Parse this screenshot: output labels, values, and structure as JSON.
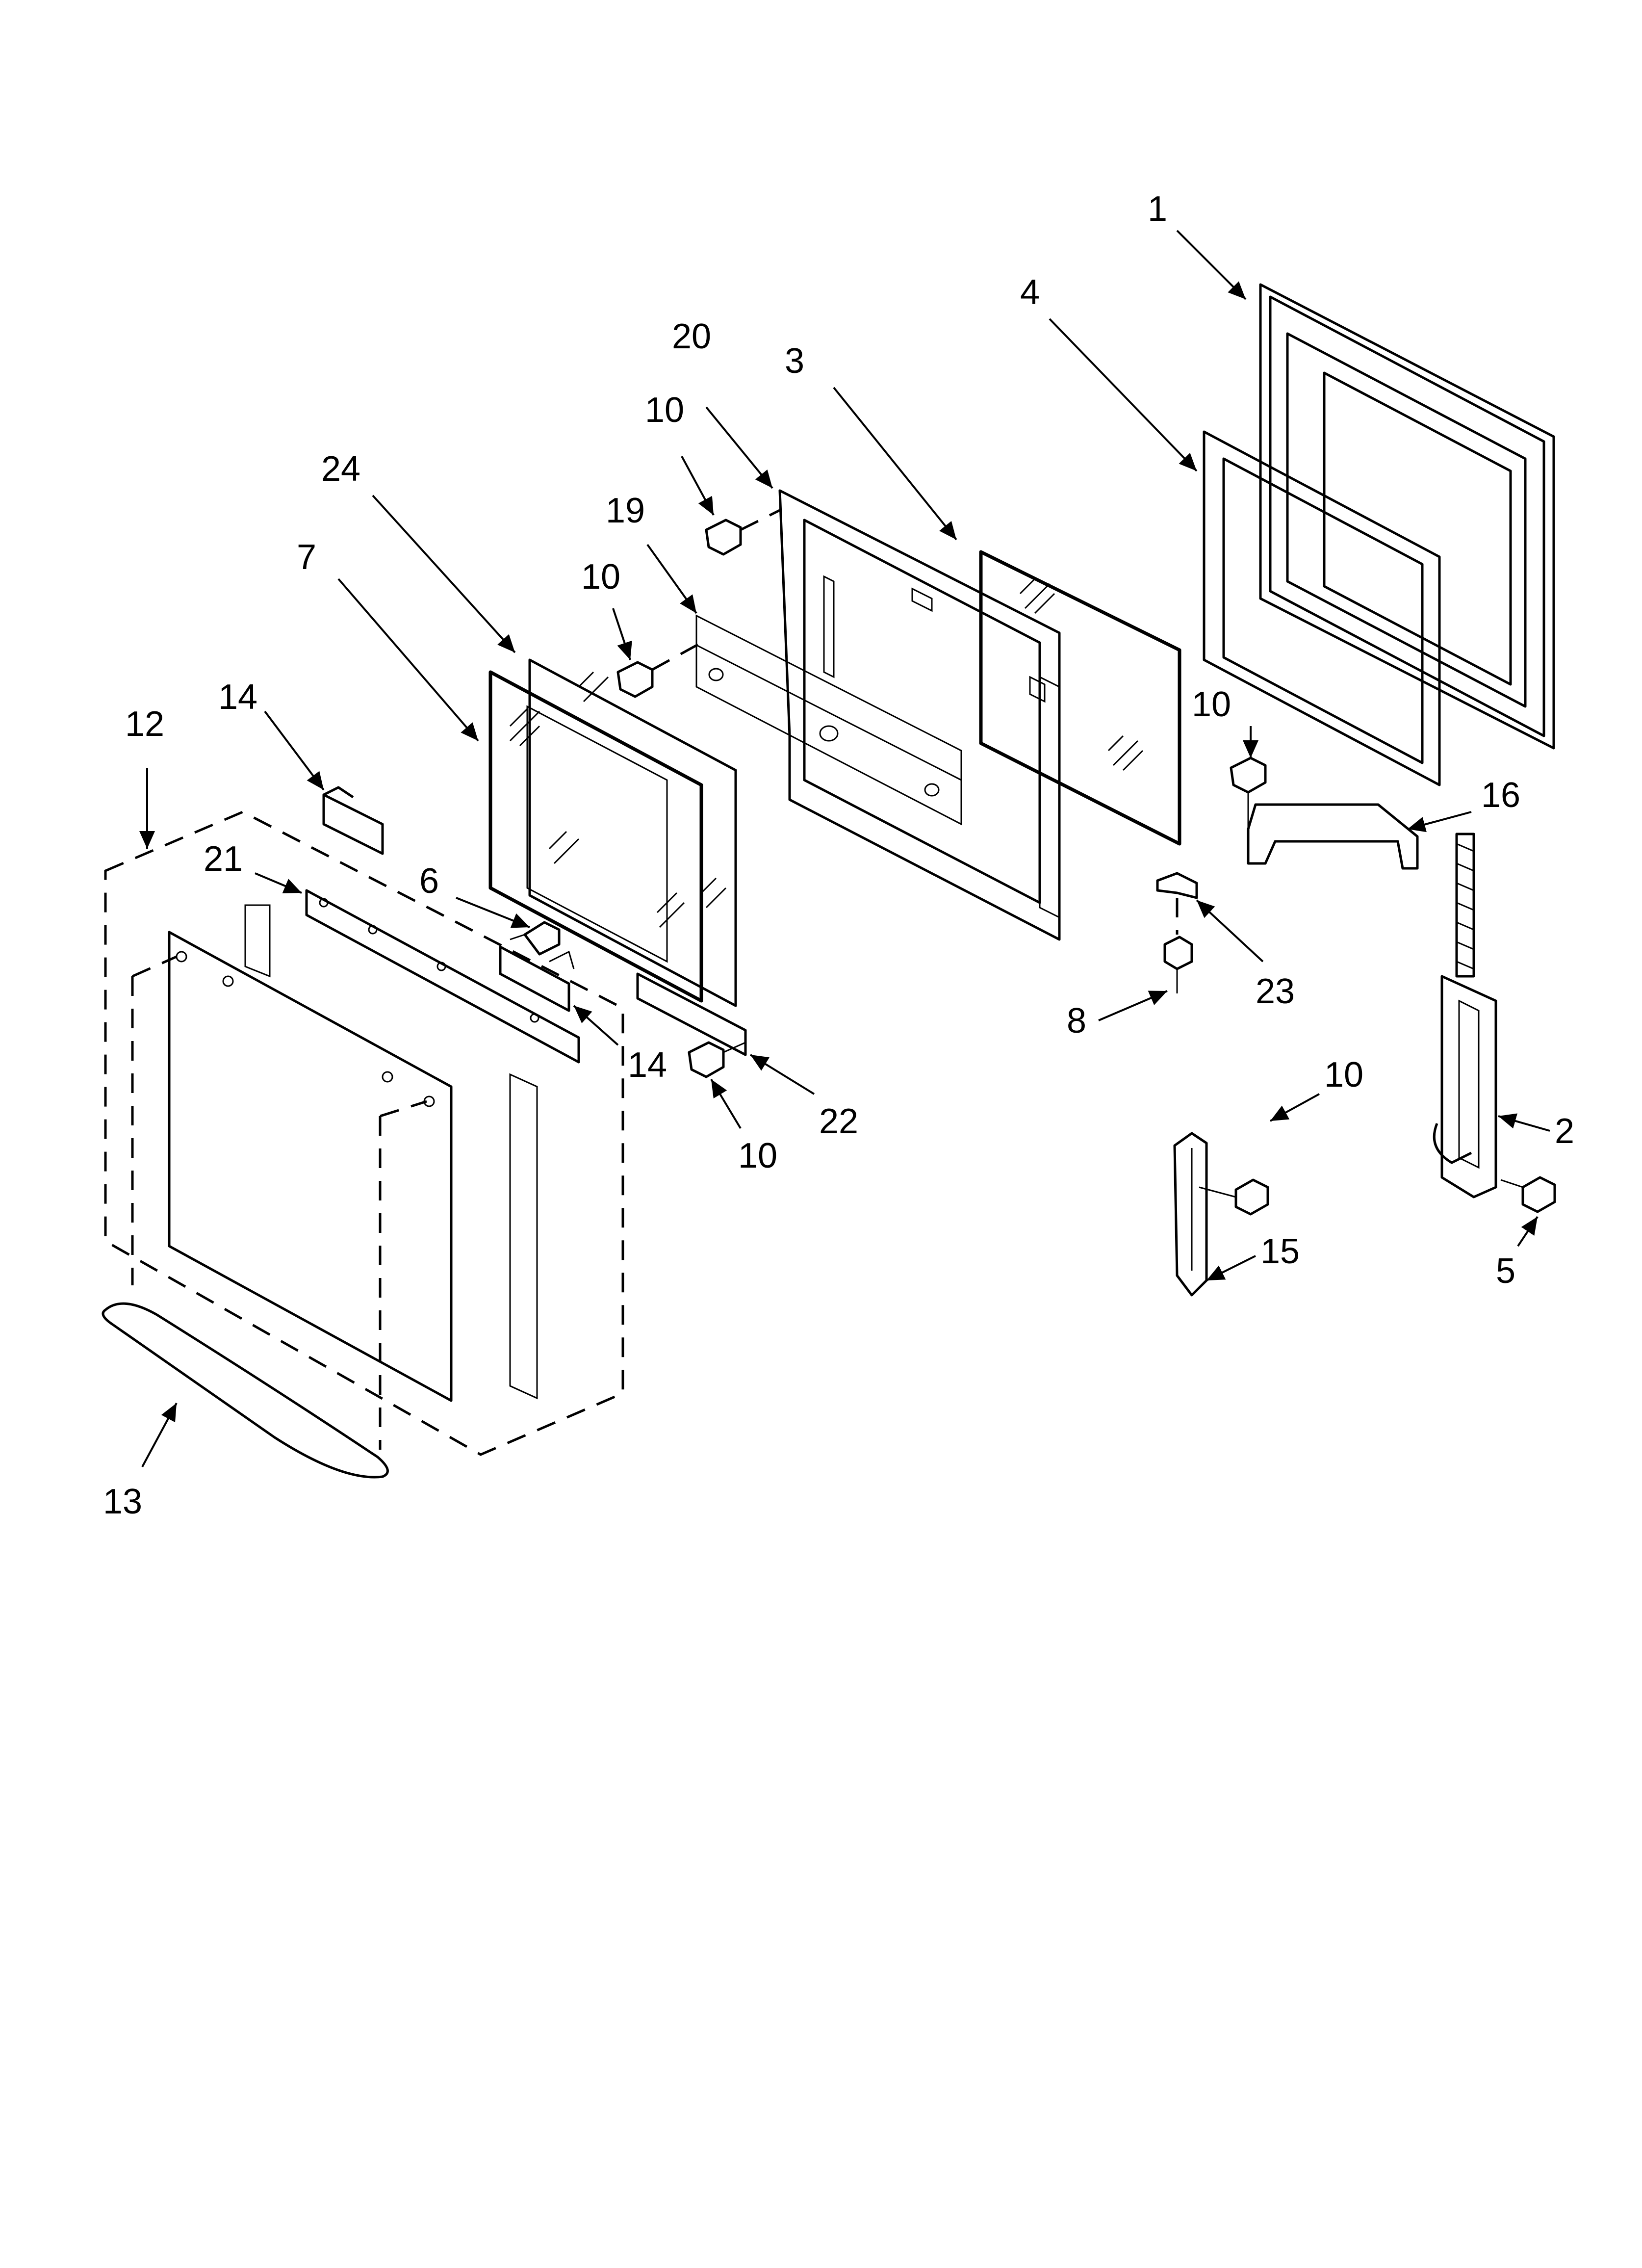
{
  "callouts": {
    "c1": "1",
    "c2": "2",
    "c3": "3",
    "c4": "4",
    "c5": "5",
    "c6": "6",
    "c7": "7",
    "c8": "8",
    "c10a": "10",
    "c10b": "10",
    "c10c": "10",
    "c10d": "10",
    "c10e": "10",
    "c12": "12",
    "c13": "13",
    "c14a": "14",
    "c14b": "14",
    "c15": "15",
    "c16": "16",
    "c19": "19",
    "c20": "20",
    "c21": "21",
    "c22": "22",
    "c23": "23",
    "c24": "24"
  },
  "colors": {
    "line": "#000000",
    "background": "#ffffff"
  }
}
